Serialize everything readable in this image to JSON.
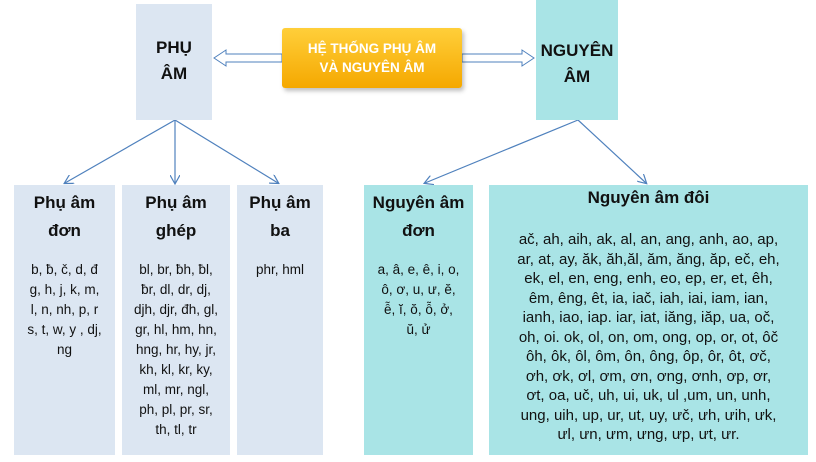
{
  "root": {
    "title_line1": "HỆ THỐNG PHỤ ÂM",
    "title_line2": "VÀ NGUYÊN ÂM",
    "gradient_top": "#ffcf3a",
    "gradient_bottom": "#f5a800"
  },
  "phu_am": {
    "title_line1": "PHỤ",
    "title_line2": "ÂM"
  },
  "nguyen_am": {
    "title_line1": "NGUYÊN",
    "title_line2": "ÂM"
  },
  "phu_am_don": {
    "title_line1": "Phụ âm",
    "title_line2": "đơn",
    "lines": [
      "b, ƀ, č, d, đ",
      "g, h, j, k, m,",
      "l, n, nh, p, r",
      "s, t, w, y , dj,",
      "ng"
    ]
  },
  "phu_am_ghep": {
    "title_line1": "Phụ âm",
    "title_line2": "ghép",
    "lines": [
      "bl, br, ƀh, ƀl,",
      "ƀr, dl, dr, dj,",
      "djh, djr, đh, gl,",
      "gr, hl, hm, hn,",
      "hng, hr, hy, jr,",
      "kh, kl,  kr, ky,",
      "ml, mr, ngl,",
      "ph, pl, pr, sr,",
      "th, tl, tr"
    ]
  },
  "phu_am_ba": {
    "title_line1": "Phụ âm",
    "title_line2": "ba",
    "lines": [
      "phr, hml"
    ]
  },
  "nguyen_am_don": {
    "title_line1": "Nguyên âm",
    "title_line2": "đơn",
    "lines": [
      "a, â, e, ê, i, o,",
      "ô, ơ, u, ư, ĕ,",
      "ễ, ĭ, ŏ, ỗ, ở,",
      "ŭ, ử"
    ]
  },
  "nguyen_am_doi": {
    "title": "Nguyên âm đôi",
    "lines": [
      "ač, ah, aih, ak, al, an, ang, anh, ao, ap,",
      "ar, at, ay, ăk, ăh,ăl, ăm, ăng, ăp, eč, eh,",
      "ek, el, en, eng, enh, eo, ep, er, et, êh,",
      "êm, êng, êt, ia, iač, iah, iai, iam, ian,",
      "ianh, iao, iap. iar, iat, iăng, iăp, ua, oč,",
      "oh, oi. ok, ol, on, om, ong, op, or, ot, ôč",
      "ôh, ôk, ôl, ôm, ôn, ông, ôp, ôr, ôt, ơč,",
      "ơh, ơk, ơl, ơm, ơn, ơng, ơnh, ơp, ơr,",
      "ơt, oa, uč, uh, ui, uk, ul ,um, un, unh,",
      "ung, uih, up, ur, ut, uy, ưč, ưh, ưih, ưk,",
      "ưl, ưn, ưm, ưng, ưp, ưt, ưr."
    ]
  },
  "colors": {
    "blue_box": "#dce6f2",
    "teal_box": "#a9e4e6",
    "connector": "#4f81bd"
  }
}
